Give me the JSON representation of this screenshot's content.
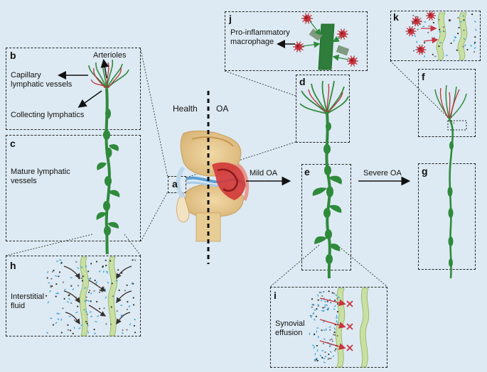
{
  "panels": {
    "a": "a",
    "b": "b",
    "c": "c",
    "d": "d",
    "e": "e",
    "f": "f",
    "g": "g",
    "h": "h",
    "i": "i",
    "j": "j",
    "k": "k"
  },
  "labels": {
    "arterioles": "Arterioles",
    "capillary_lymphatic": "Capillary\nlymphatic vessels",
    "collecting_lymphatics": "Collecting lymphatics",
    "mature_lymphatic": "Mature lymphatic\nvessels",
    "interstitial_fluid": "Interstitial\nfluid",
    "health": "Health",
    "oa": "OA",
    "mild_oa": "Mild OA",
    "severe_oa": "Severe OA",
    "pro_inflammatory": "Pro-inflammatory\nmacrophage",
    "synovial_effusion": "Synovial\neffusion"
  },
  "colors": {
    "background": "#ddeaf3",
    "vessel_green": "#2f8a3c",
    "vessel_dark": "#1f6a2b",
    "arteriole_red": "#b8323a",
    "bone": "#e6c78e",
    "inflamed": "#d23a3a",
    "macrophage": "#c8343f",
    "fluid_blue": "#3ba6d9"
  }
}
